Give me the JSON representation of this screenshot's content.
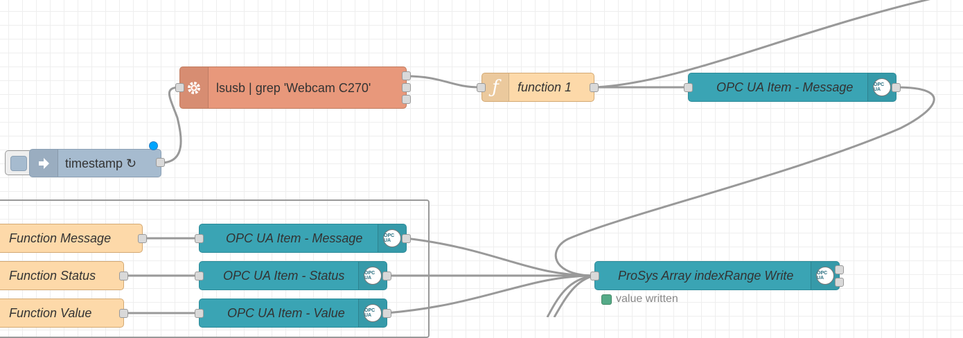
{
  "nodes": {
    "inject": {
      "label": "timestamp ↻",
      "icon": "arrow-in-icon"
    },
    "exec": {
      "label": "lsusb | grep 'Webcam C270'",
      "icon": "gear-icon"
    },
    "function1": {
      "label": "function 1",
      "icon": "function-icon"
    },
    "opc_top": {
      "label": "OPC UA Item - Message",
      "icon": "opcua-logo-icon"
    },
    "fn_message": {
      "label": "Function Message"
    },
    "fn_status": {
      "label": "Function Status"
    },
    "fn_value": {
      "label": "Function Value"
    },
    "opc_message": {
      "label": "OPC UA Item - Message",
      "icon": "opcua-logo-icon"
    },
    "opc_status": {
      "label": "OPC UA Item - Status",
      "icon": "opcua-logo-icon"
    },
    "opc_value": {
      "label": "OPC UA Item - Value",
      "icon": "opcua-logo-icon"
    },
    "prosys": {
      "label": "ProSys Array indexRange Write",
      "icon": "opcua-logo-icon",
      "status_text": "value written",
      "status_color": "#55aa88"
    }
  },
  "logo_text": "OPC UA",
  "colors": {
    "canvas_bg": "#ffffff",
    "grid": "#eeeeee",
    "wire": "#999999",
    "teal": "#3aa4b4",
    "exec": "#e8987b",
    "function": "#fdd9a9",
    "inject": "#a6bbcf",
    "changed_dot": "#00a5ff"
  }
}
